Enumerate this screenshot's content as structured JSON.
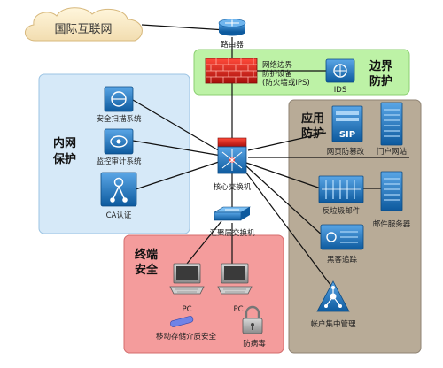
{
  "internet": {
    "label": "国际互联网"
  },
  "zones": {
    "border": {
      "title_line1": "边界",
      "title_line2": "防护"
    },
    "intranet": {
      "title_line1": "内网",
      "title_line2": "保护"
    },
    "application": {
      "title_line1": "应用",
      "title_line2": "防护"
    },
    "terminal": {
      "title_line1": "终端",
      "title_line2": "安全"
    }
  },
  "devices": {
    "router": "路由器",
    "firewall_line1": "网络边界",
    "firewall_line2": "防护设备",
    "firewall_line3": "(防火墙或IPS)",
    "ids": "IDS",
    "vuln_scan": "安全扫描系统",
    "audit": "监控审计系统",
    "ca": "CA认证",
    "core_switch": "核心交换机",
    "agg_switch": "汇聚层交换机",
    "tamper": "网页防篡改",
    "portal": "门户网站",
    "antispam": "反垃圾邮件",
    "mail_server": "邮件服务器",
    "honeypot": "黑客追踪",
    "account_mgmt": "帐户集中管理",
    "pc1": "PC",
    "pc2": "PC",
    "removable": "移动存储介质安全",
    "antivirus": "防病毒"
  },
  "colors": {
    "border_zone": "#bdf2a6",
    "intranet_zone": "#d6e9f8",
    "app_zone": "#b8ab97",
    "terminal_zone": "#f49c9c",
    "device_blue": "#1d6fb8",
    "firewall_red": "#d8241e"
  }
}
